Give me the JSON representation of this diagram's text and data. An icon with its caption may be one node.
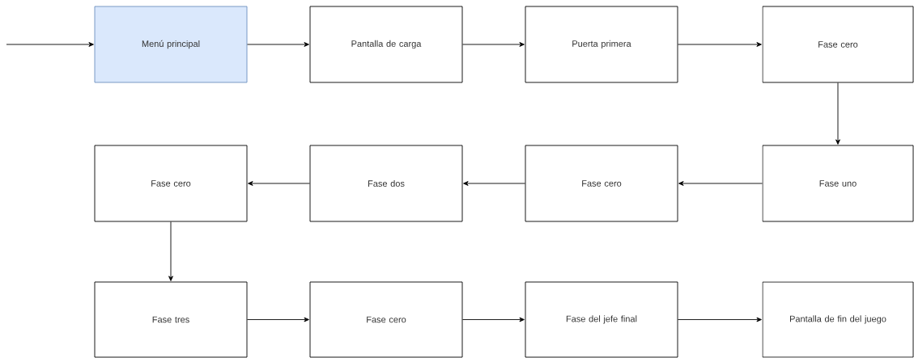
{
  "diagram": {
    "nodes": [
      {
        "text": [
          "Menú principal"
        ]
      },
      {
        "text": [
          "Pantalla de carga"
        ]
      },
      {
        "text": [
          "Puerta primera"
        ]
      },
      {
        "text": [
          "Fase cero"
        ]
      },
      {
        "text": [
          "Fase uno"
        ]
      },
      {
        "text": [
          "Fase cero"
        ]
      },
      {
        "text": [
          "Fase dos"
        ]
      },
      {
        "text": [
          "Fase cero"
        ]
      },
      {
        "text": [
          "Fase tres"
        ]
      },
      {
        "text": [
          "Fase cero"
        ]
      },
      {
        "text": [
          "Fase del jefe final"
        ]
      },
      {
        "text": [
          "Pantalla de fin del juego"
        ]
      }
    ],
    "edges": [
      {
        "from": null,
        "to": 0,
        "arrow": "to"
      },
      {
        "from": 0,
        "to": 1,
        "arrow": "to"
      },
      {
        "from": 1,
        "to": 2,
        "arrow": "to"
      },
      {
        "from": 2,
        "to": 3,
        "arrow": "to"
      },
      {
        "from": 3,
        "to": 4,
        "arrow": "to"
      },
      {
        "from": 4,
        "to": 5,
        "arrow": "to"
      },
      {
        "from": 5,
        "to": 6,
        "arrow": "to"
      },
      {
        "from": 6,
        "to": 7,
        "arrow": "to"
      },
      {
        "from": 7,
        "to": 8,
        "arrow": "to"
      },
      {
        "from": 8,
        "to": 9,
        "arrow": "to"
      },
      {
        "from": 9,
        "to": 10,
        "arrow": "to"
      },
      {
        "from": 10,
        "to": 11,
        "arrow": "to"
      }
    ]
  }
}
